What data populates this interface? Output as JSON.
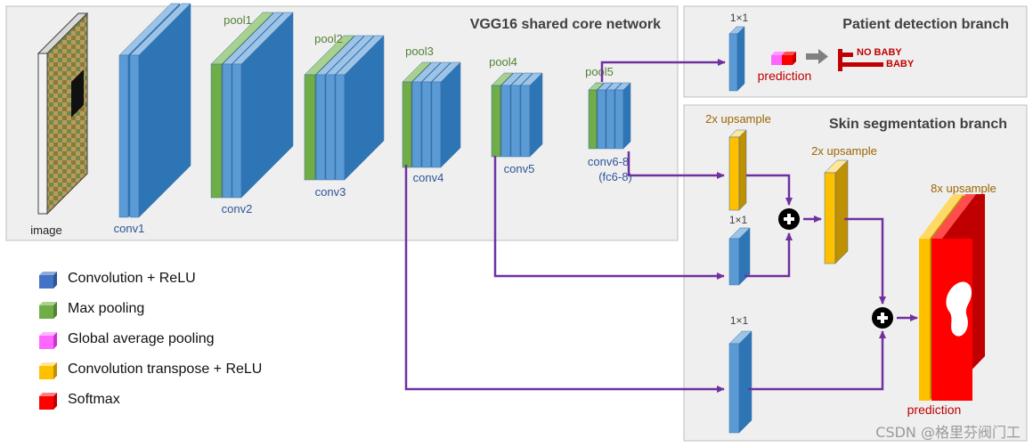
{
  "panels": {
    "core_title": "VGG16 shared core network",
    "detect_title": "Patient detection branch",
    "seg_title": "Skin segmentation branch"
  },
  "core": {
    "image_label": "image",
    "conv1": "conv1",
    "pool1": "pool1",
    "conv2": "conv2",
    "pool2": "pool2",
    "conv3": "conv3",
    "pool3": "pool3",
    "conv4": "conv4",
    "pool4": "pool4",
    "conv5": "conv5",
    "pool5": "pool5",
    "conv68_line1": "conv6-8",
    "conv68_line2": "(fc6-8)"
  },
  "detect": {
    "onexone": "1×1",
    "prediction": "prediction",
    "no_baby": "NO BABY",
    "baby": "BABY"
  },
  "seg": {
    "upsample1": "2x upsample",
    "upsample2": "2x upsample",
    "upsample3": "8x upsample",
    "onexone_a": "1×1",
    "onexone_b": "1×1",
    "prediction": "prediction"
  },
  "legend": [
    {
      "label": "Convolution + ReLU",
      "color": "#4472c4"
    },
    {
      "label": "Max pooling",
      "color": "#70ad47"
    },
    {
      "label": "Global average pooling",
      "color": "#ff66ff"
    },
    {
      "label": "Convolution transpose + ReLU",
      "color": "#ffc000"
    },
    {
      "label": "Softmax",
      "color": "#ff0000"
    }
  ],
  "watermark": "CSDN @格里芬阀门工",
  "colors": {
    "conv_front": "#5b9bd5",
    "conv_side": "#2e75b6",
    "pool_front": "#70ad47",
    "pool_side": "#548235",
    "up_front": "#ffc000",
    "up_side": "#bf9000",
    "softmax_front": "#ff0000",
    "softmax_side": "#c00000",
    "arrow": "#7030a0"
  }
}
